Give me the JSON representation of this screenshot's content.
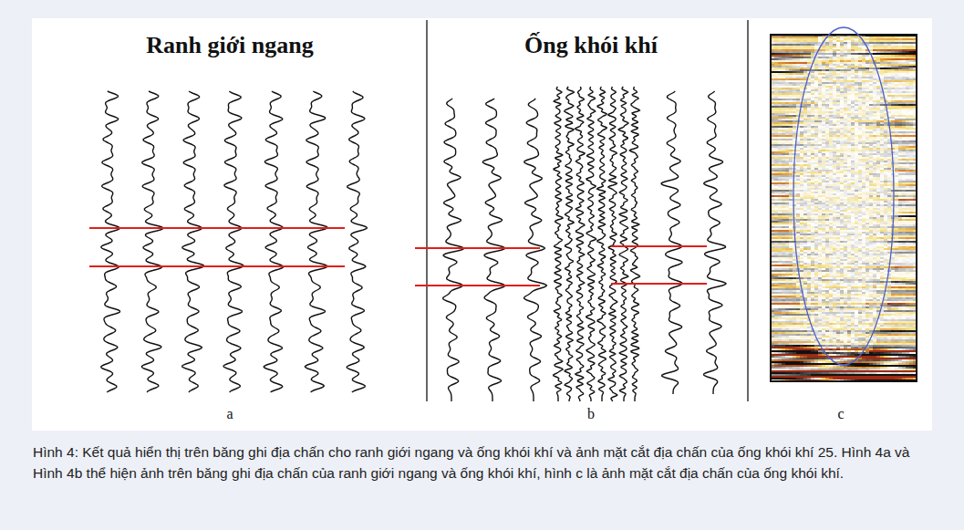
{
  "diagram": {
    "caption": "Hình 4: Kết quả hiển thị trên băng ghi địa chấn cho ranh giới ngang và ống khói khí và ảnh mặt cắt địa chấn của ống khói khí 25. Hình 4a và Hình 4b thể hiện ảnh trên băng ghi địa chấn của ranh giới ngang và ống khói khí, hình c là ảnh mặt cắt địa chấn của ống khói khí.",
    "labels": [
      "Ranh giới ngang",
      "Ống khói khí",
      "a",
      "b",
      "c"
    ]
  }
}
